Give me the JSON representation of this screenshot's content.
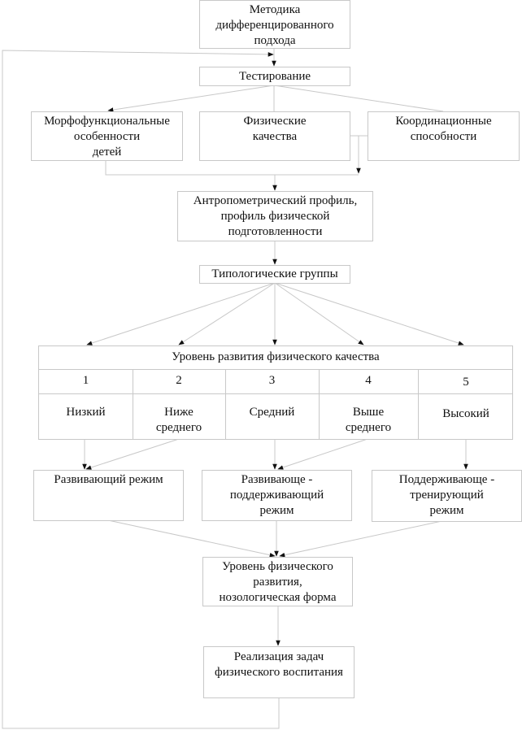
{
  "nodes": {
    "method": "Методика\nдифференцированного\nподхода",
    "testing": "Тестирование",
    "morpho": "Морфофункциональные\nособенности\nдетей",
    "physical": "Физические\nкачества",
    "coord": "Координационные\nспособности",
    "anthro": "Антропометрический профиль,\nпрофиль физической\nподготовленности",
    "typology": "Типологические группы",
    "mode_dev": "Развивающий режим",
    "mode_devsup": "Развивающе -\nподдерживающий\nрежим",
    "mode_suptrain": "Поддерживающе -\nтренирующий\nрежим",
    "level": "Уровень физического\nразвития,\nнозологическая форма",
    "realization": "Реализация задач\nфизического воспитания"
  },
  "table": {
    "header": "Уровень развития физического качества",
    "numbers": [
      "1",
      "2",
      "3",
      "4",
      "5"
    ],
    "labels": [
      "Низкий",
      "Ниже\nсреднего",
      "Средний",
      "Выше\nсреднего",
      "Высокий"
    ]
  },
  "colors": {
    "line": "#c8c8c8",
    "arrow": "#111111"
  }
}
